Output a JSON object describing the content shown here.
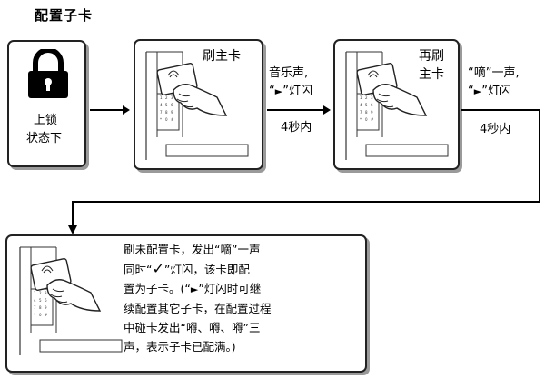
{
  "title": "配置子卡",
  "step1": {
    "line1": "上锁",
    "line2": "状态下"
  },
  "step2": {
    "label": "刷主卡"
  },
  "step3": {
    "line1": "再刷",
    "line2": "主卡"
  },
  "arrow1": {
    "line1": "音乐声,",
    "line2_pre": "“",
    "line2_post": "”灯闪",
    "below": "4秒内"
  },
  "arrow2": {
    "line1": "“嘀”一声,",
    "line2_pre": "“",
    "line2_post": "”灯闪",
    "below": "4秒内"
  },
  "step4": {
    "lines": [
      "刷未配置卡，发出“嘀”一声",
      [
        "同时“",
        "”灯闪，该卡即配"
      ],
      [
        "置为子卡。(“",
        "”灯闪时可继"
      ],
      "续配置其它子卡，在配置过程",
      "中碰卡发出“嘚、嘚、嘚”三",
      "声，表示子卡已配满。)"
    ]
  },
  "icons": {
    "check": "✓",
    "play": "►"
  }
}
